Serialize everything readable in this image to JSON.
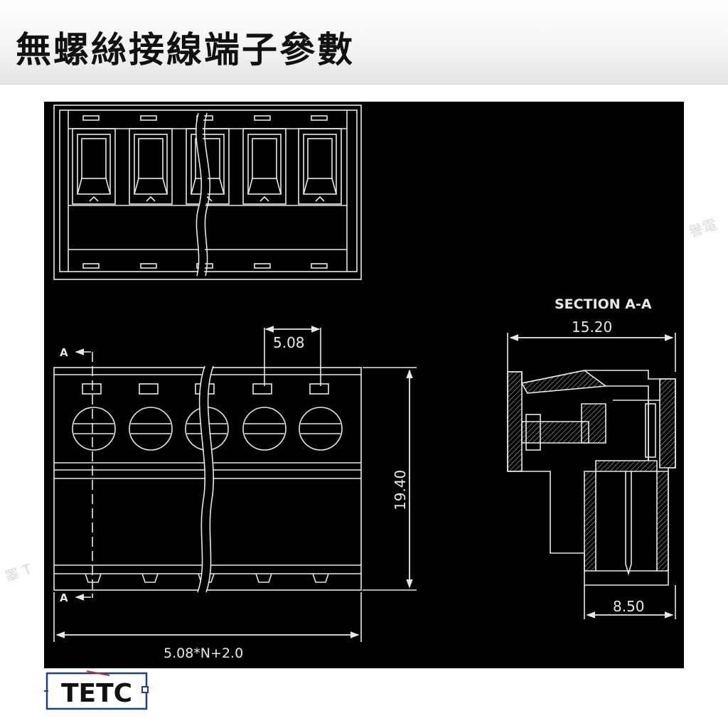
{
  "header": {
    "title": "無螺絲接線端子參數"
  },
  "drawing": {
    "section_label": "SECTION A-A",
    "section_marker_top": "A",
    "section_marker_bottom": "A",
    "dim_pitch": "5.08",
    "dim_height": "19.40",
    "dim_length": "5.08*N+2.0",
    "dim_section_width": "15.20",
    "dim_section_base": "8.50"
  },
  "watermark": {
    "right": "譽電",
    "left": "睪 T"
  },
  "logo": {
    "text": "TETC"
  },
  "colors": {
    "drawing_bg": "#000000",
    "line": "#e8e8e8",
    "accent": "#1f3f8f"
  }
}
